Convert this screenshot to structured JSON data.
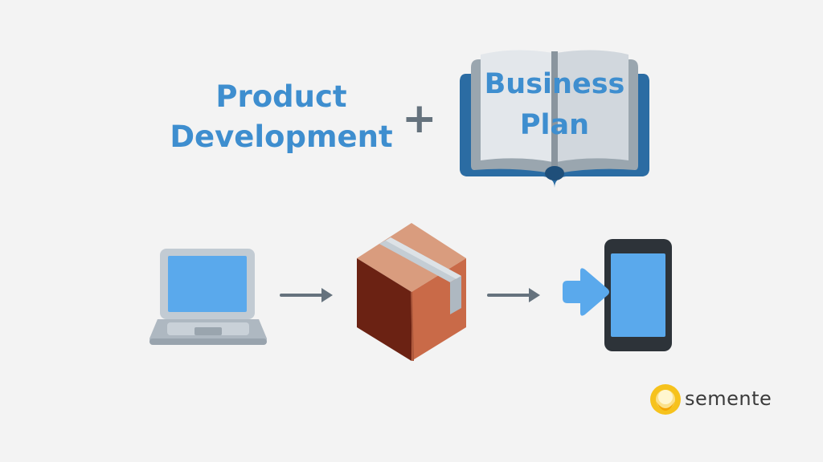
{
  "headline": {
    "product_development": "Product Development",
    "plus": "+",
    "business_plan": "Business Plan"
  },
  "flow": {
    "icons": [
      "laptop-icon",
      "arrow-right-icon",
      "package-box-icon",
      "arrow-right-icon",
      "mobile-phone-icon"
    ]
  },
  "brand": {
    "name": "semente",
    "logo_icon": "sun-logo-icon"
  },
  "colors": {
    "background": "#f3f3f3",
    "title_blue": "#3e8ecf",
    "arrow_gray": "#65727d",
    "screen_blue": "#5aa9ec",
    "box_brown": "#c96a48",
    "book_blue": "#2b6ca3"
  }
}
